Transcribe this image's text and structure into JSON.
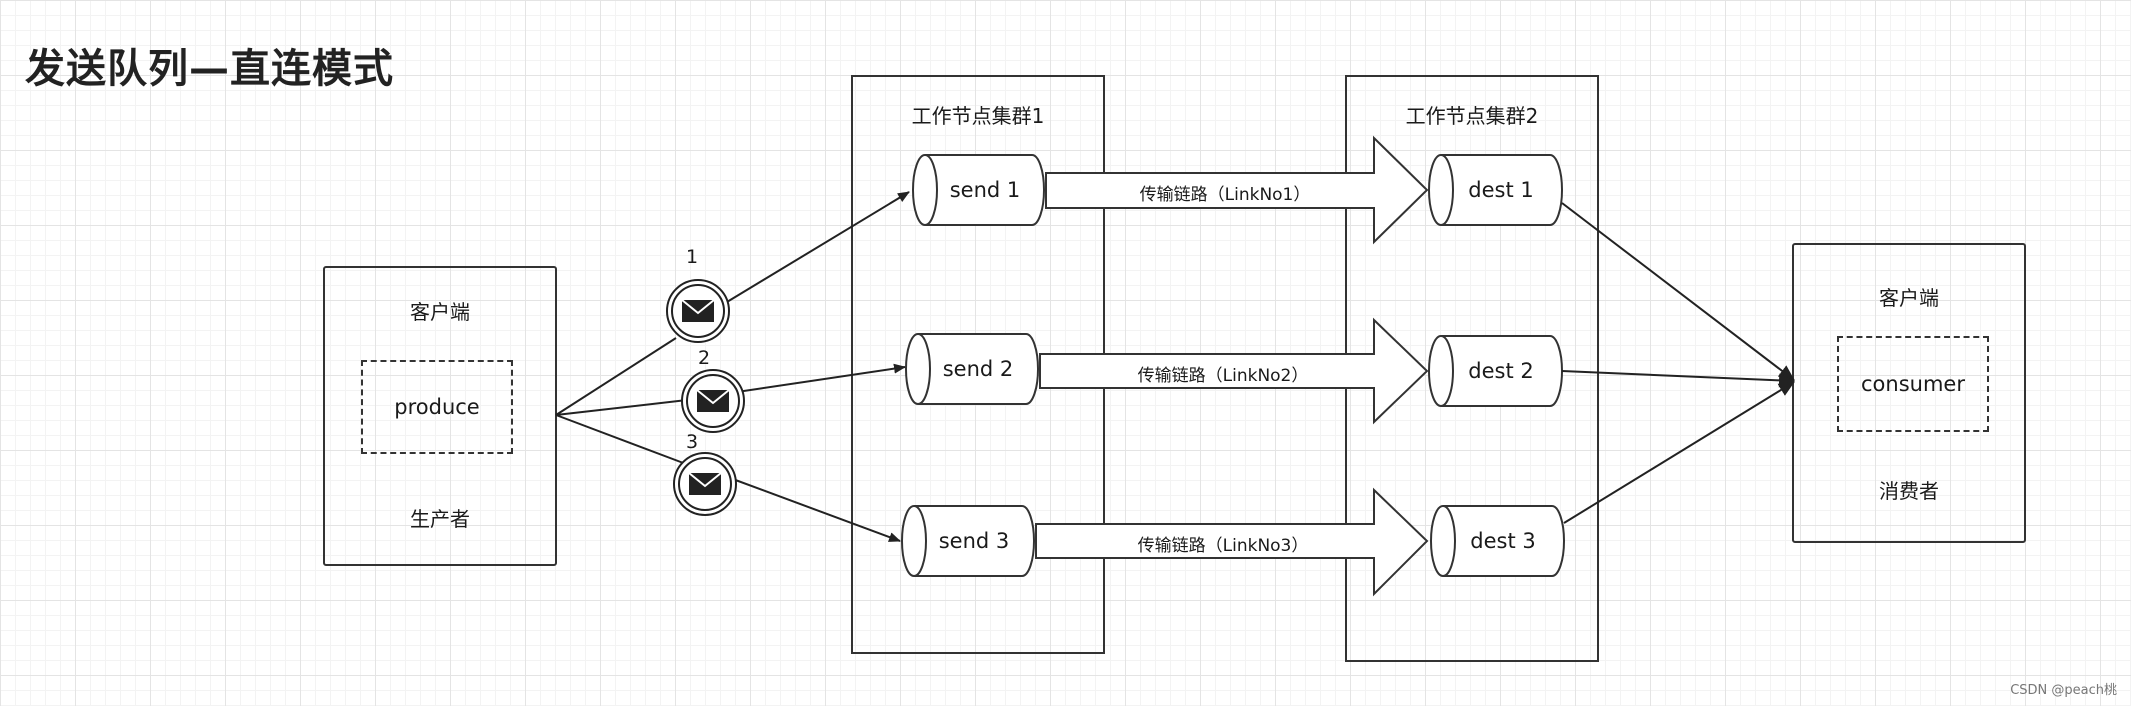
{
  "title": "发送队列—直连模式",
  "producer_client": {
    "title": "客户端",
    "inner": "produce",
    "role": "生产者"
  },
  "consumer_client": {
    "title": "客户端",
    "inner": "consumer",
    "role": "消费者"
  },
  "cluster1": {
    "title": "工作节点集群1",
    "nodes": [
      "send 1",
      "send 2",
      "send 3"
    ]
  },
  "cluster2": {
    "title": "工作节点集群2",
    "nodes": [
      "dest 1",
      "dest 2",
      "dest 3"
    ]
  },
  "links": [
    "传输链路（LinkNo1）",
    "传输链路（LinkNo2）",
    "传输链路（LinkNo3）"
  ],
  "messages": [
    "1",
    "2",
    "3"
  ],
  "icons": {
    "message": "envelope-icon"
  },
  "watermark": "CSDN @peach桃"
}
